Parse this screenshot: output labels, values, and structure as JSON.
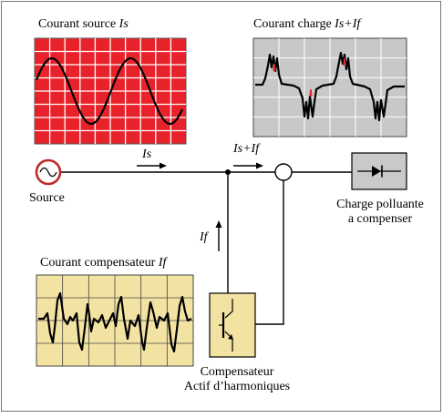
{
  "labels": {
    "source_scope_title": "Courant source",
    "source_scope_var": "Is",
    "load_scope_title": "Courant charge",
    "load_scope_var": "Is+If",
    "comp_scope_title": "Courant compensateur",
    "comp_scope_var": "If",
    "is_arrow": "Is",
    "isif_arrow": "Is+If",
    "if_arrow": "If",
    "source": "Source",
    "load_line1": "Charge polluante",
    "load_line2": "a compenser",
    "comp_line1": "Compensateur",
    "comp_line2": "Actif d’harmoniques"
  },
  "colors": {
    "source_scope_bg": "#e8222a",
    "load_scope_bg": "#c8c8c8",
    "comp_scope_bg": "#f3e3a3",
    "load_box_bg": "#c9c9c9",
    "comp_box_bg": "#f3e3a3",
    "source_ring": "#c0282a",
    "trace": "#000000"
  }
}
